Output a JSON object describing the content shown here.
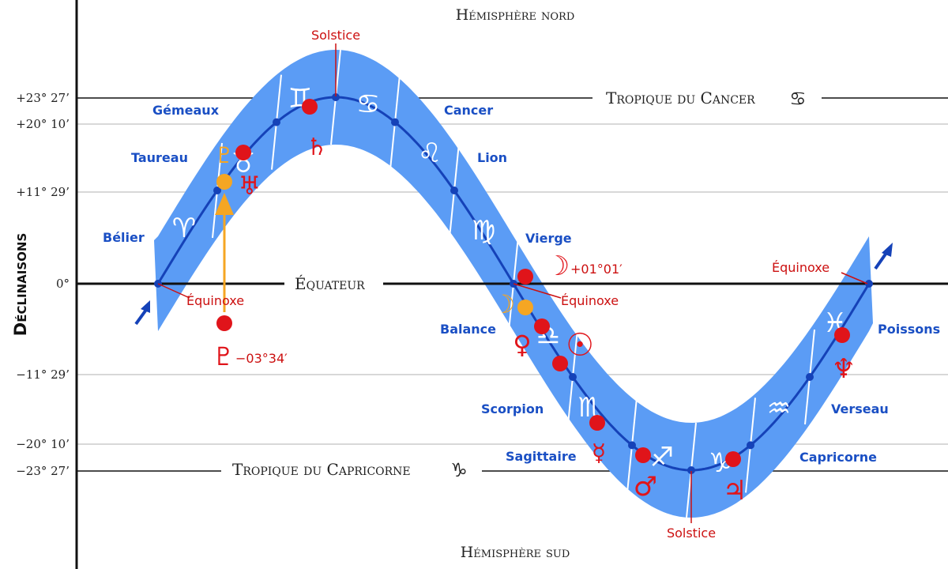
{
  "axis_title": "Déclinaisons",
  "declinations": [
    "+23° 27’",
    "+20° 10’",
    "+11° 29’",
    "0°",
    "−11° 29’",
    "−20° 10’",
    "−23° 27’"
  ],
  "hemisphere_north": "Hémisphère nord",
  "hemisphere_south": "Hémisphère sud",
  "tropic_cancer": "Tropique du Cancer",
  "tropic_cancer_glyph": "♋",
  "equator": "Équateur",
  "tropic_capricorn": "Tropique du Capricorne",
  "tropic_capricorn_glyph": "♑",
  "solstice_label": "Solstice",
  "equinox_label": "Équinoxe",
  "zodiac_signs": {
    "belier": "Bélier",
    "taureau": "Taureau",
    "gemeaux": "Gémeaux",
    "cancer": "Cancer",
    "lion": "Lion",
    "vierge": "Vierge",
    "balance": "Balance",
    "scorpion": "Scorpion",
    "sagittaire": "Sagittaire",
    "capricorne": "Capricorne",
    "verseau": "Verseau",
    "poissons": "Poissons"
  },
  "zodiac_glyphs": [
    "♈",
    "♉",
    "♊",
    "♋",
    "♌",
    "♍",
    "♎",
    "♏",
    "♐",
    "♑",
    "♒",
    "♓"
  ],
  "planet_glyphs": {
    "pluto": "♇",
    "uranus": "♅",
    "saturn": "♄",
    "moon": "☽",
    "venus": "♀",
    "sun": "☉",
    "mercury": "☿",
    "mars": "♂",
    "jupiter": "♃",
    "neptune": "♆"
  },
  "moon_declination": "+01°01′",
  "pluto_declination": "−03°34′",
  "colors": {
    "band": "#5b9cf5",
    "ecliptic": "#1542b8",
    "sign_label": "#1a4fc4",
    "planet": "#e0141a",
    "highlight": "#f5a623",
    "grid": "#cccccc",
    "axis": "#111111"
  }
}
